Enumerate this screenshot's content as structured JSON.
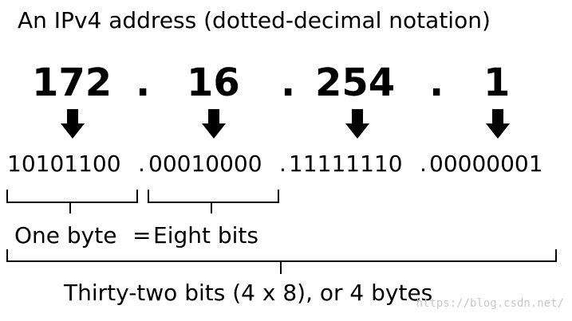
{
  "title": "An IPv4 address  (dotted-decimal notation)",
  "octets": [
    "172",
    "16",
    "254",
    "1"
  ],
  "decimal_separator": ".",
  "binary": [
    "10101100",
    "00010000",
    "11111110",
    "00000001"
  ],
  "binary_separator": ".",
  "byte_label": {
    "left": "One byte",
    "equals": "=",
    "right": "Eight bits"
  },
  "total_label": "Thirty-two bits (4 x 8), or 4 bytes",
  "watermark": "https://blog.csdn.net/"
}
